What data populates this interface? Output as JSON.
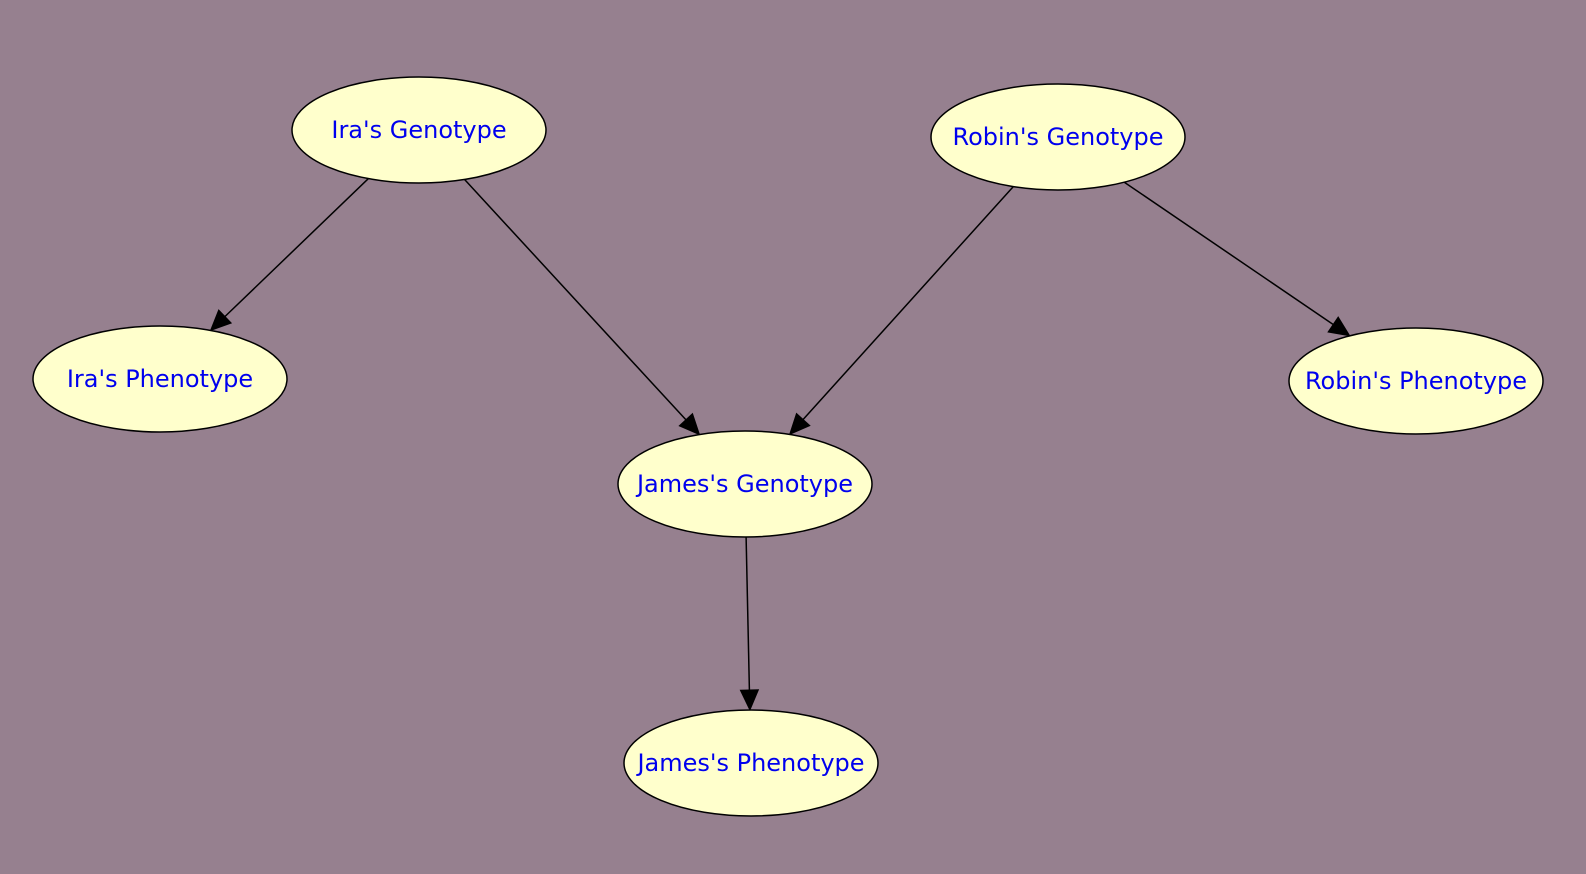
{
  "colors": {
    "background": "#96808f",
    "node_fill": "#ffffcc",
    "node_stroke": "#000000",
    "label_text": "#0000ee",
    "edge": "#000000"
  },
  "nodes": [
    {
      "id": "ira-genotype",
      "label": "Ira's Genotype"
    },
    {
      "id": "robin-genotype",
      "label": "Robin's Genotype"
    },
    {
      "id": "ira-phenotype",
      "label": "Ira's Phenotype"
    },
    {
      "id": "robin-phenotype",
      "label": "Robin's Phenotype"
    },
    {
      "id": "james-genotype",
      "label": "James's Genotype"
    },
    {
      "id": "james-phenotype",
      "label": "James's Phenotype"
    }
  ],
  "edges": [
    {
      "from": "ira-genotype",
      "to": "ira-phenotype"
    },
    {
      "from": "ira-genotype",
      "to": "james-genotype"
    },
    {
      "from": "robin-genotype",
      "to": "james-genotype"
    },
    {
      "from": "robin-genotype",
      "to": "robin-phenotype"
    },
    {
      "from": "james-genotype",
      "to": "james-phenotype"
    }
  ]
}
